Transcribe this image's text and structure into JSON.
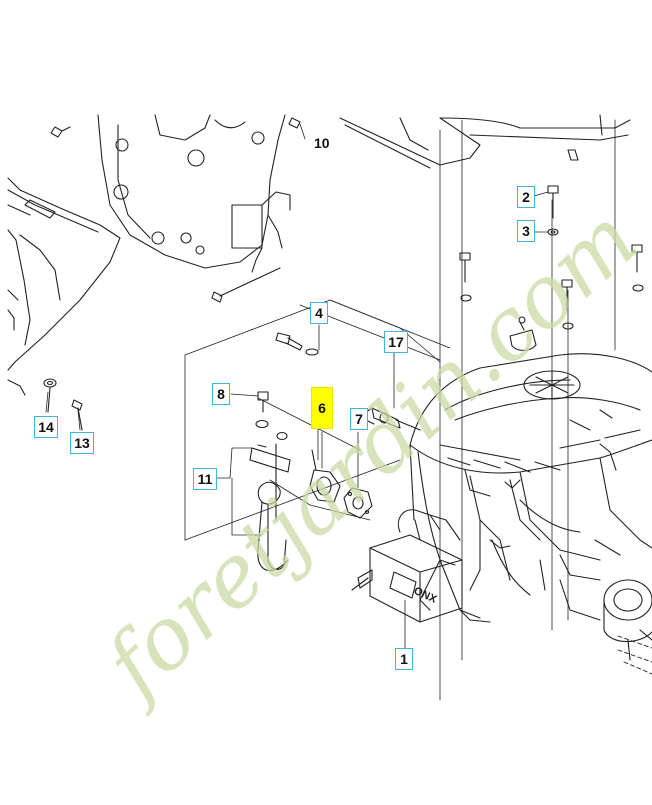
{
  "diagram": {
    "callouts": {
      "c1": "1",
      "c2": "2",
      "c3": "3",
      "c4": "4",
      "c6": "6",
      "c7": "7",
      "c8": "8",
      "c10": "10",
      "c11": "11",
      "c13": "13",
      "c14": "14",
      "c17": "17"
    },
    "engine_brand_mark": "ONX",
    "highlight_color": "#ffff00",
    "callout_border_color": "#43b3d9"
  },
  "watermark": {
    "text": "foretjardin.com",
    "color_main": "#c9d9a4",
    "color_accent": "#f2c9a0"
  }
}
